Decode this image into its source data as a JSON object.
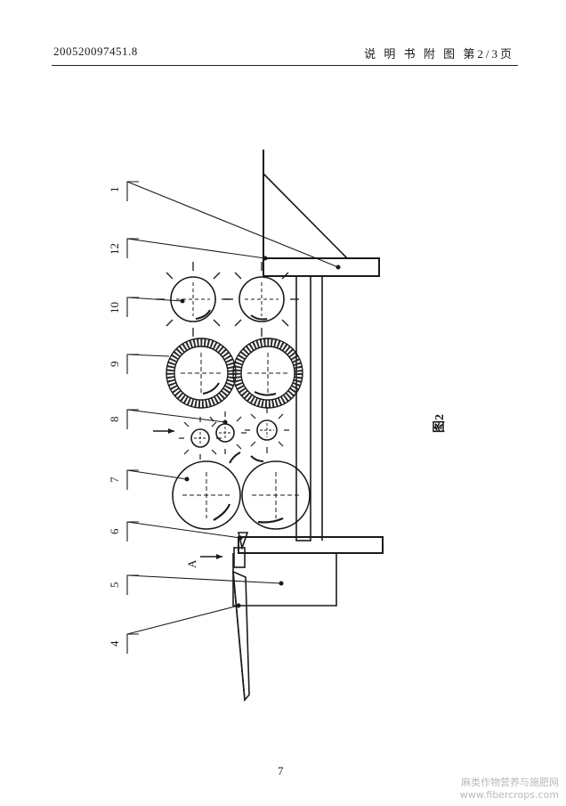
{
  "header": {
    "application_number": "200520097451.8",
    "section_title": "说 明 书 附 图 第2/3页"
  },
  "figure": {
    "caption": "图2",
    "arrow_label": "A",
    "callouts": [
      {
        "id": "1",
        "label": "1"
      },
      {
        "id": "12",
        "label": "12"
      },
      {
        "id": "10",
        "label": "10"
      },
      {
        "id": "9",
        "label": "9"
      },
      {
        "id": "8",
        "label": "8"
      },
      {
        "id": "7",
        "label": "7"
      },
      {
        "id": "6",
        "label": "6"
      },
      {
        "id": "5",
        "label": "5"
      },
      {
        "id": "4",
        "label": "4"
      }
    ]
  },
  "footer": {
    "page_number": "7"
  },
  "watermark": {
    "text_cn": "麻类作物营养与施肥网",
    "text_url": "www.fibercrops.com"
  }
}
